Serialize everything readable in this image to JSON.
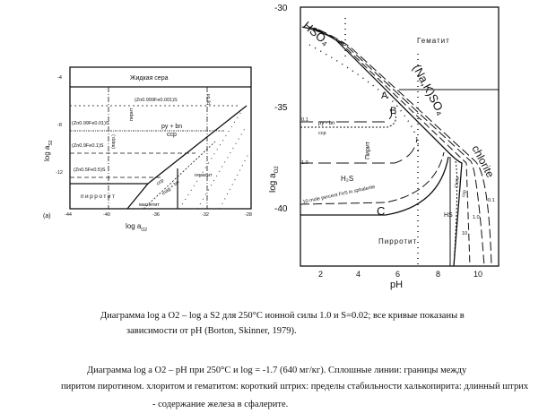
{
  "left_diagram": {
    "panel_label": "(a)",
    "xlabel": "log  a",
    "xlabel_sub": "O2",
    "ylabel": "log  a",
    "ylabel_sub": "S2",
    "x_ticks": [
      "-44",
      "-40",
      "-36",
      "-32",
      "-28"
    ],
    "y_ticks": [
      "-4",
      "-8",
      "-12"
    ],
    "regions": {
      "liquid_sulfur": "Жидкая сера",
      "pyrrhotite": "пирротит",
      "hematite": "гематит",
      "magnetite": "магнетит",
      "pyrite": "пирит",
      "py_bn": "py + bn",
      "ccp": "ccp",
      "ccp2": "ccp",
      "mag_bn": "mag + bn",
      "po_label": "(пирр.)",
      "bn_label": "py bn"
    },
    "sphalerite_labels": [
      "(Zn0.999Fe0.001)S",
      "(Zn0.99Fe0.01)S",
      "(Zn0.9Fe0.1)S",
      "(Zn0.5Fe0.5)S"
    ]
  },
  "right_diagram": {
    "xlabel": "pH",
    "ylabel": "log a",
    "ylabel_sub": "O2",
    "x_ticks": [
      "2",
      "4",
      "6",
      "8",
      "10"
    ],
    "y_ticks": [
      "-30",
      "-35",
      "-40"
    ],
    "regions": {
      "hematite": "Гематит",
      "pyrite": "Пирит",
      "pyrrhotite": "Пирротит",
      "h2s": "H₂S",
      "hs": "HS",
      "hso4": "HSO₄",
      "nak_so4": "(Na,K)SO₄",
      "chlorite": "chlorite",
      "py_bn": "py - bn",
      "ccp": "ccp",
      "fes": "10 mole percent FeS in sphalerite",
      "point_a": "A",
      "point_b": "B",
      "point_c": "C",
      "chl_label": "Chl/fe",
      "ccp_label": "ccp"
    },
    "curve_labels": [
      "0.1",
      "1.0",
      "0.1",
      "1.0",
      "10"
    ]
  },
  "captions": {
    "caption1_line1": "Диаграмма log a O2 – log a S2 для  250°C ионной силы 1.0 и S=0.02; все кривые показаны в",
    "caption1_line2": "зависимости от pH  (Borton, Skinner, 1979).",
    "caption2_line1": "Диаграмма log a O2 – pH при 250°C и log = -1.7 (640 мг/кг). Сплошные линии: границы между",
    "caption2_line2": "пиритом пиротином. хлоритом и гематитом: короткий штрих: пределы стабильности халькопирита:  длинный  штрих",
    "caption2_line3": "-      содержание  железа в сфалерите."
  }
}
